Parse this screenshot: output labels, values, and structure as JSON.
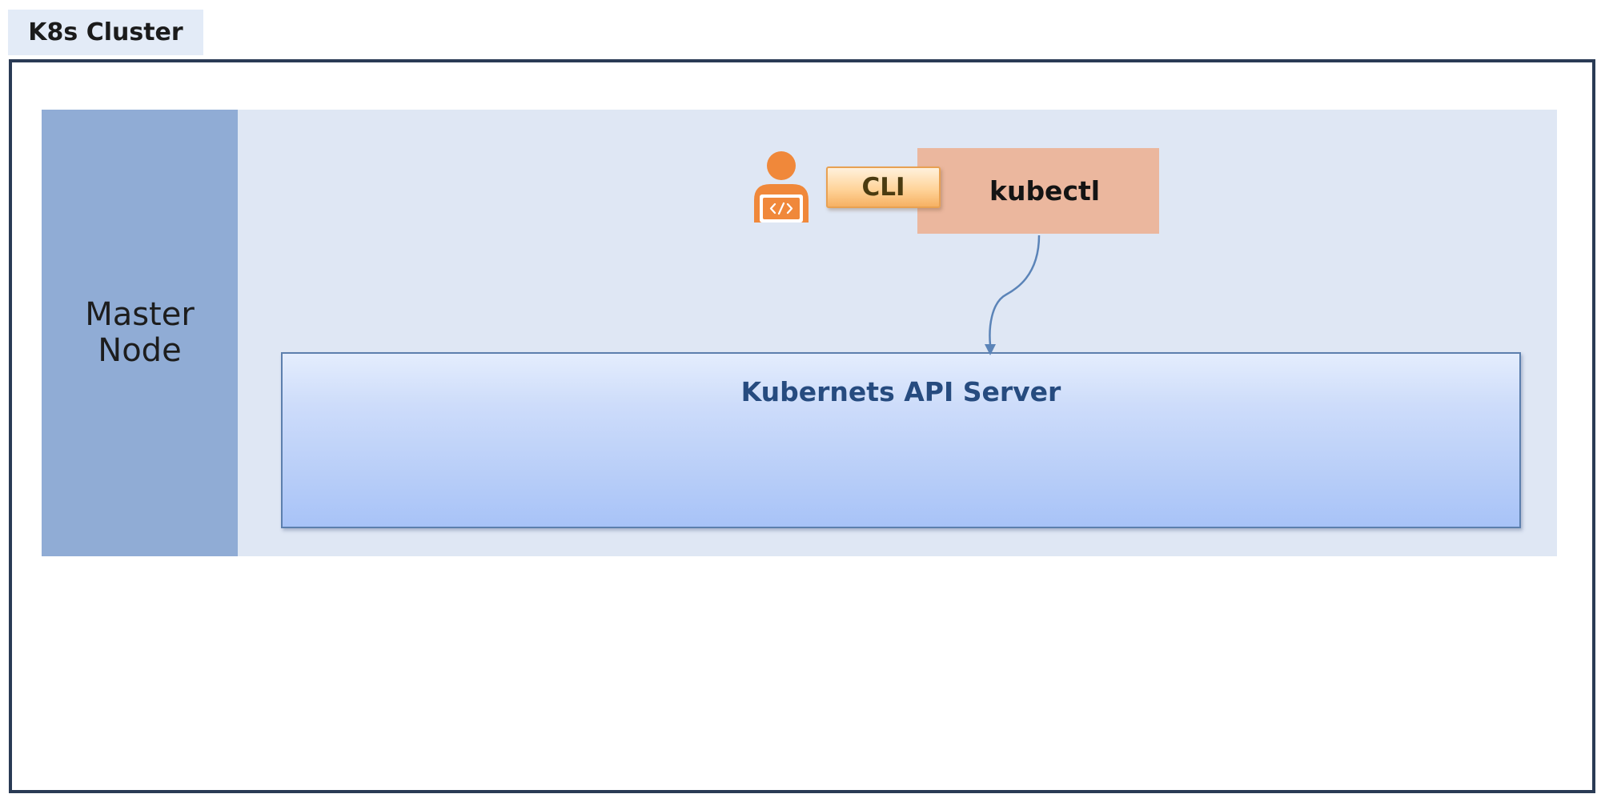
{
  "cluster": {
    "label": "K8s Cluster"
  },
  "master_node": {
    "label": "Master\nNode"
  },
  "cli": {
    "label": "CLI"
  },
  "kubectl": {
    "label": "kubectl"
  },
  "api_server": {
    "label": "Kubernets API Server"
  },
  "icons": {
    "user": "developer-icon",
    "code": "code-tag-icon"
  },
  "colors": {
    "cluster_border": "#2a3b55",
    "master_band": "#90acd5",
    "master_panel": "#dfe7f4",
    "kubectl_fill": "#ebb79e",
    "user_icon": "#f0883a",
    "arrow": "#5b84b8"
  }
}
